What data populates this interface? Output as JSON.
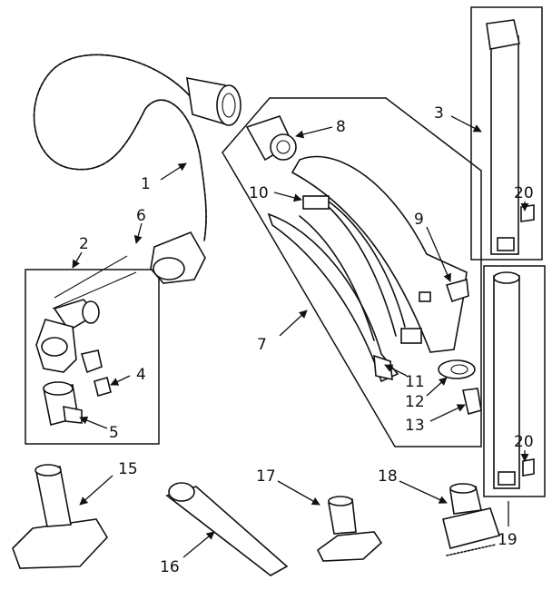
{
  "callouts": {
    "c1": "1",
    "c2": "2",
    "c3": "3",
    "c4": "4",
    "c5": "5",
    "c6": "6",
    "c7": "7",
    "c8": "8",
    "c9": "9",
    "c10": "10",
    "c11": "11",
    "c12": "12",
    "c13": "13",
    "c15": "15",
    "c16": "16",
    "c17": "17",
    "c18": "18",
    "c19": "19",
    "c20a": "20",
    "c20b": "20"
  },
  "colors": {
    "ink": "#111111",
    "paper": "#ffffff"
  }
}
